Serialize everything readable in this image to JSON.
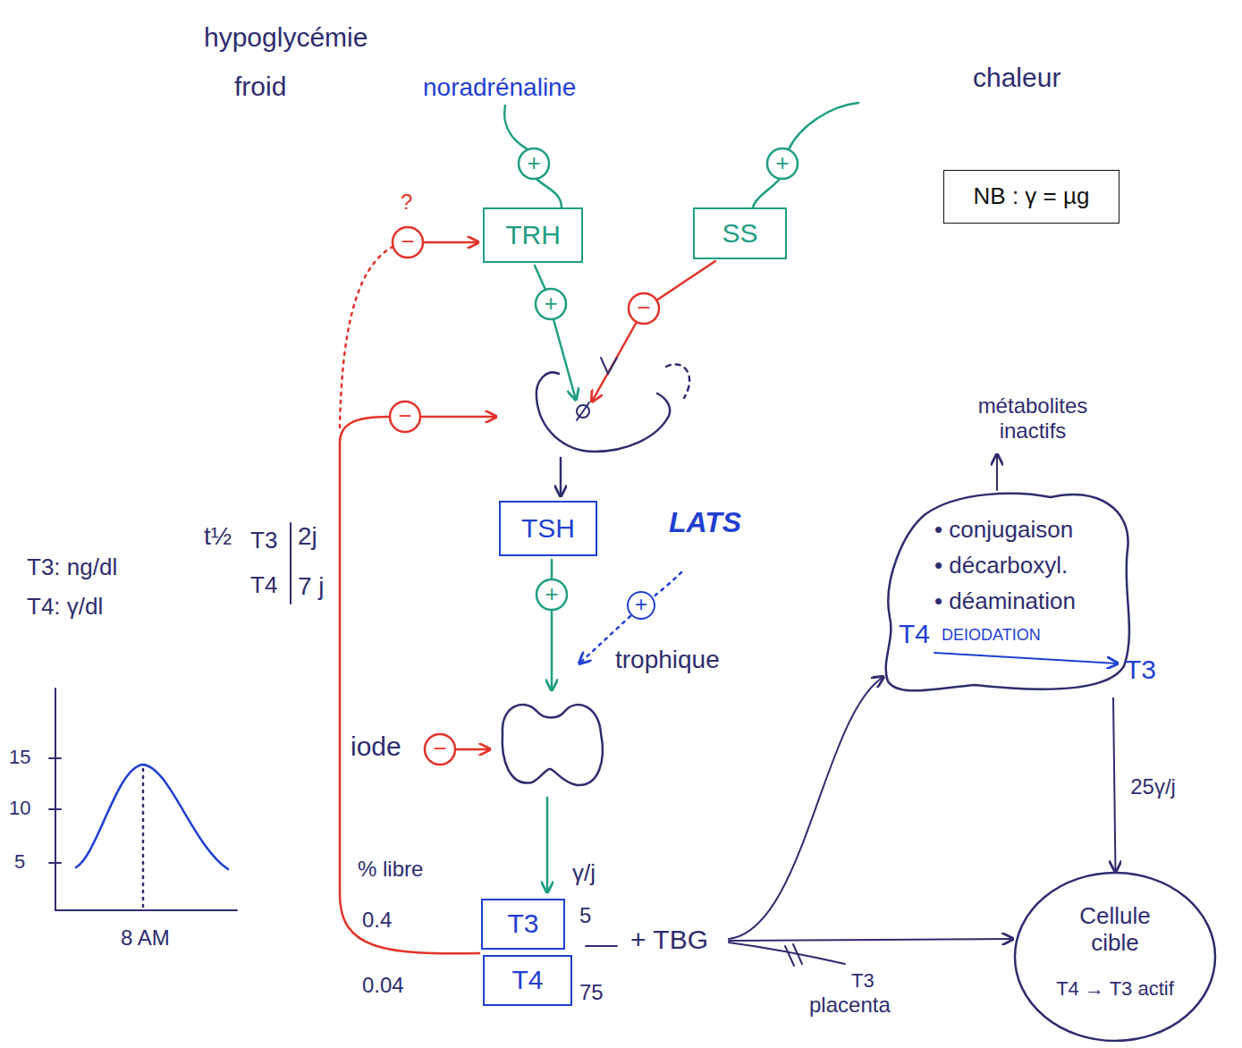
{
  "diagram": {
    "nodes": [
      {
        "text": [
          "TRH"
        ]
      },
      {
        "text": [
          "SS"
        ]
      },
      {
        "text": [
          "NB : γ = µg"
        ]
      },
      {
        "text": [
          "TSH"
        ]
      },
      {
        "text": [
          "• conjugaison",
          "• décarboxyl.",
          "• déamination",
          "T4",
          "DEIODATION"
        ]
      },
      {
        "text": [
          "T3"
        ]
      },
      {
        "text": [
          "T4"
        ]
      },
      {
        "text": [
          "Cellule cible",
          "T4 → T3 actif"
        ]
      }
    ],
    "edges": [
      {
        "from": 4,
        "to": 7,
        "arrow": "to",
        "label": "25γ/j"
      }
    ],
    "labels": [
      "hypoglycémie",
      "froid",
      "noradrénaline",
      "chaleur",
      "+",
      "+",
      "?",
      "−",
      "+",
      "−",
      "−",
      "LATS",
      "t½",
      "T3",
      "2j",
      "T4",
      "7 j",
      "T3: ng/dl",
      "T4: γ/dl",
      "+",
      "+",
      "trophique",
      "iode",
      "−",
      "15",
      "10",
      "5",
      "% libre",
      "γ/j",
      "0.4",
      "5",
      "+ TBG",
      "8 AM",
      "0.04",
      "75",
      "T3",
      "placenta",
      "métabolites inactifs",
      "T3"
    ]
  }
}
